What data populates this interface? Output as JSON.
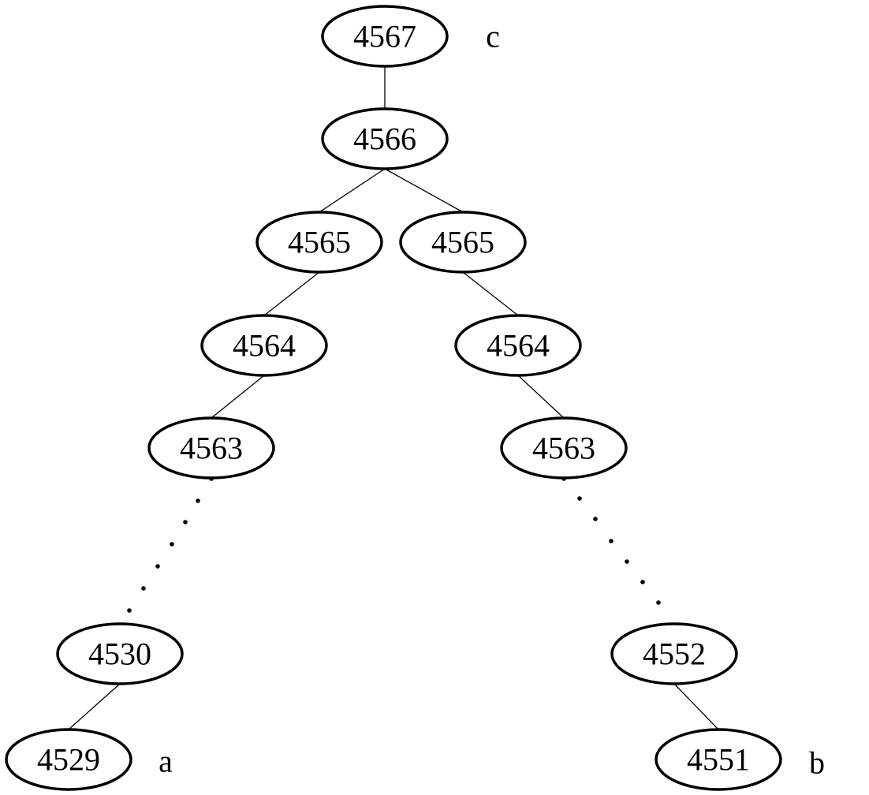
{
  "nodes": [
    {
      "id": "n1",
      "label": "4567"
    },
    {
      "id": "n2",
      "label": "4566"
    },
    {
      "id": "n3",
      "label": "4565"
    },
    {
      "id": "n4",
      "label": "4565"
    },
    {
      "id": "n5",
      "label": "4564"
    },
    {
      "id": "n6",
      "label": "4564"
    },
    {
      "id": "n7",
      "label": "4563"
    },
    {
      "id": "n8",
      "label": "4563"
    },
    {
      "id": "n9",
      "label": "4530"
    },
    {
      "id": "n10",
      "label": "4529"
    },
    {
      "id": "n11",
      "label": "4552"
    },
    {
      "id": "n12",
      "label": "4551"
    }
  ],
  "edges": [
    [
      "n1",
      "n2"
    ],
    [
      "n2",
      "n3"
    ],
    [
      "n2",
      "n4"
    ],
    [
      "n3",
      "n5"
    ],
    [
      "n4",
      "n6"
    ],
    [
      "n5",
      "n7"
    ],
    [
      "n6",
      "n8"
    ],
    [
      "n9",
      "n10"
    ],
    [
      "n11",
      "n12"
    ]
  ],
  "elided_paths": [
    [
      "n7",
      "n9"
    ],
    [
      "n8",
      "n11"
    ]
  ],
  "tags": [
    {
      "id": "c",
      "label": "c",
      "attached_to": "n1"
    },
    {
      "id": "a",
      "label": "a",
      "attached_to": "n10"
    },
    {
      "id": "b",
      "label": "b",
      "attached_to": "n12"
    }
  ]
}
